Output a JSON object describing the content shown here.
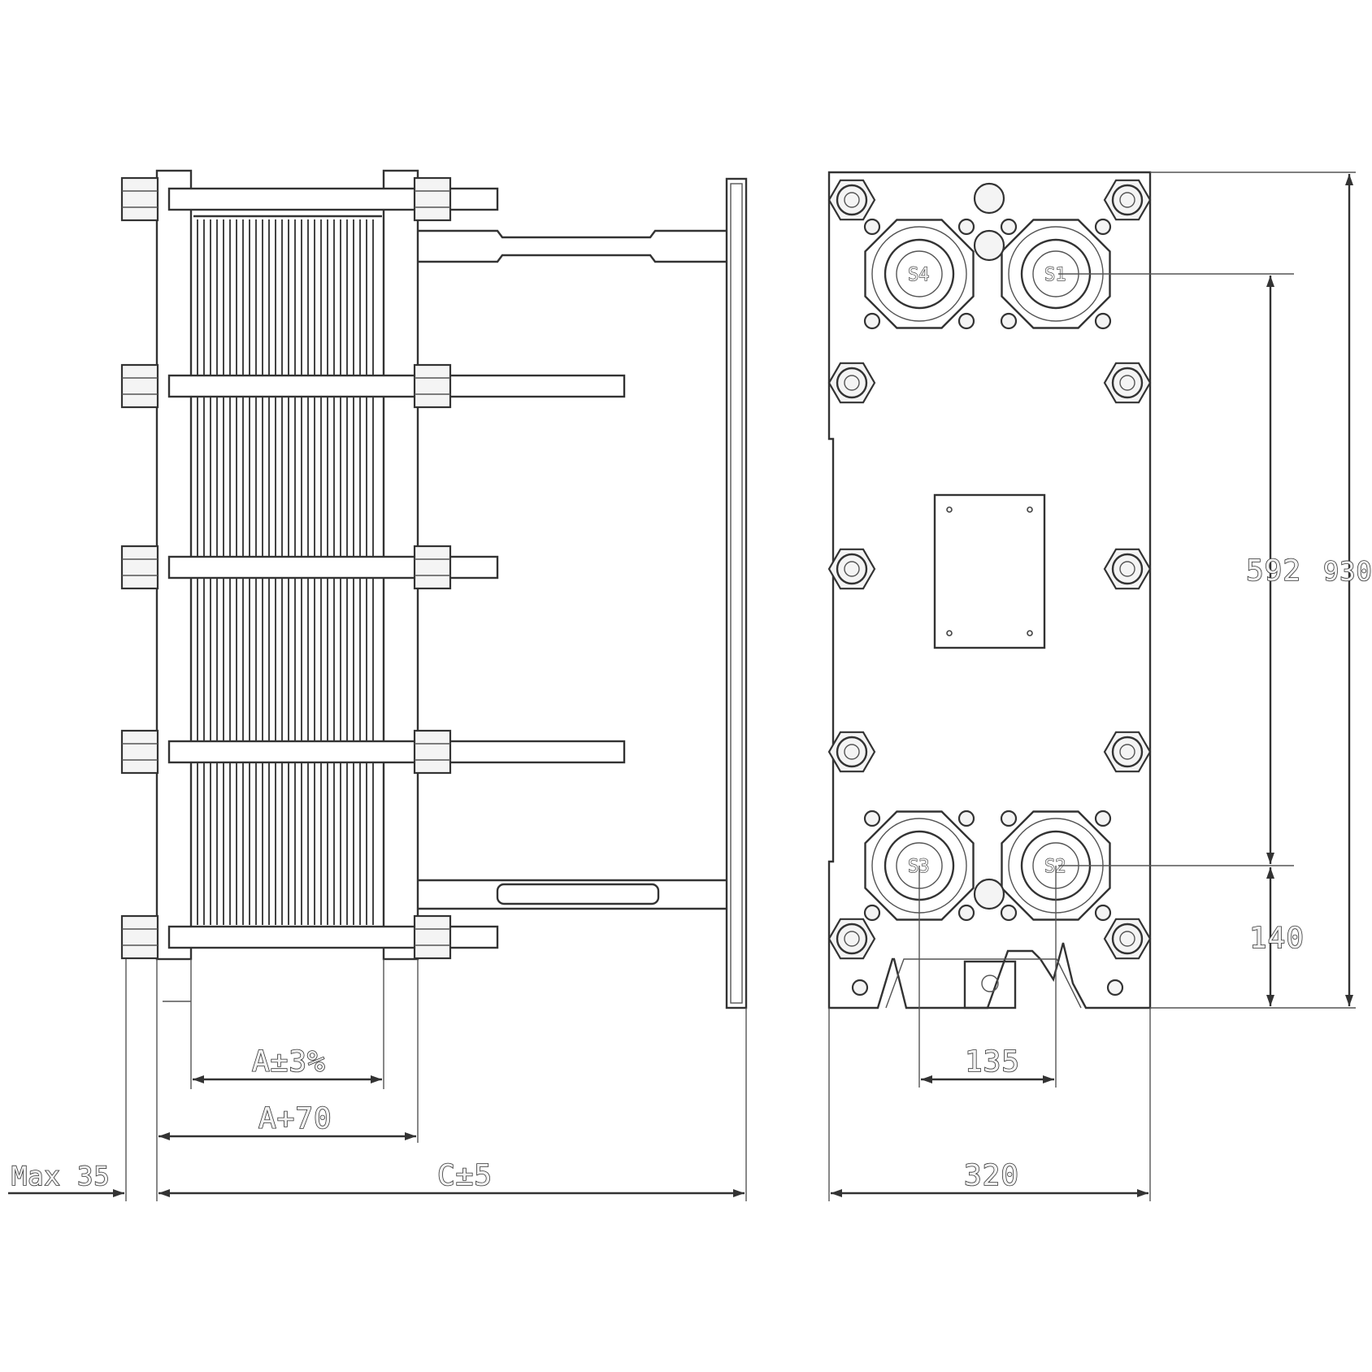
{
  "side_view": {
    "dim_inner": "A±3%",
    "dim_outer": "A+70",
    "dim_length": "C±5",
    "dim_max": "Max 35"
  },
  "front_view": {
    "ports": [
      "S4",
      "S1",
      "S3",
      "S2"
    ],
    "dim_width": "320",
    "dim_port_spacing": "135",
    "dim_port_vertical": "592",
    "dim_total_height": "930",
    "dim_bottom": "140"
  }
}
